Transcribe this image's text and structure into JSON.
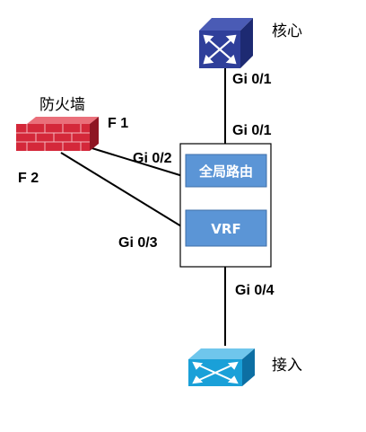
{
  "nodes": {
    "core": {
      "label": "核心"
    },
    "firewall": {
      "label": "防火墙"
    },
    "access": {
      "label": "接入"
    }
  },
  "router": {
    "global_label": "全局路由",
    "vrf_label": "VRF"
  },
  "ports": {
    "core_gi01": "Gi 0/1",
    "router_gi01": "Gi 0/1",
    "router_gi02": "Gi 0/2",
    "router_gi03": "Gi 0/3",
    "router_gi04": "Gi 0/4",
    "fw_f1": "F 1",
    "fw_f2": "F 2"
  },
  "colors": {
    "core_switch": "#2f3f9a",
    "access_switch": "#1aa0d8",
    "firewall": "#d4283a",
    "inner_box": "#5b95d6",
    "line": "#000000"
  }
}
